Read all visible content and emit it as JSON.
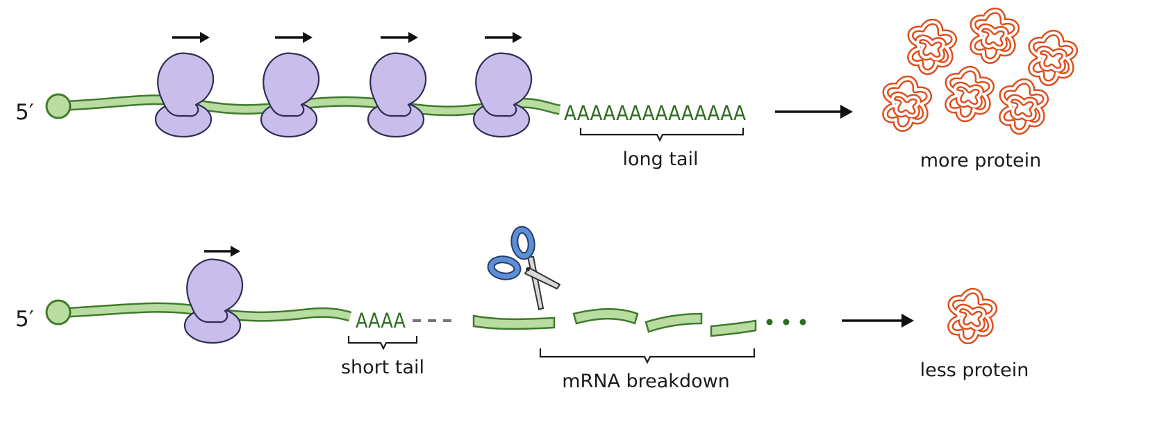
{
  "top_row": {
    "five_prime": "5′",
    "poly_a_tail": "AAAAAAAAAAAAAA",
    "tail_label": "long tail",
    "outcome_label": "more protein",
    "ribosome_count": 4,
    "protein_count": 6
  },
  "bottom_row": {
    "five_prime": "5′",
    "poly_a_tail": "AAAA",
    "tail_label": "short tail",
    "breakdown_label": "mRNA breakdown",
    "outcome_label": "less protein",
    "ribosome_count": 1,
    "protein_count": 1
  },
  "colors": {
    "mrna_fill": "#b9dca0",
    "mrna_outline": "#3f7a2c",
    "ribosome": "#c9bdeb",
    "protein": "#de4e1c",
    "scissors_handle": "#5b8fd6",
    "arrow": "#111111"
  }
}
